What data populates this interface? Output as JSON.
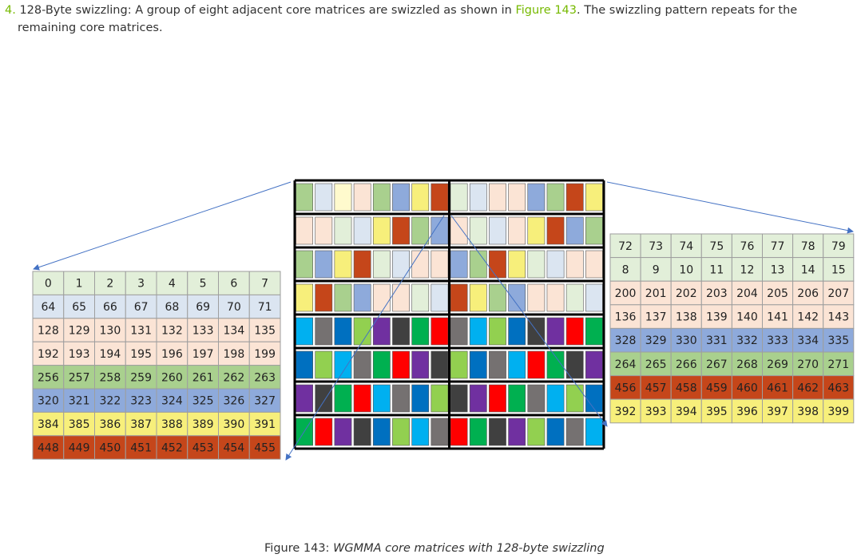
{
  "paragraph": {
    "number": "4.",
    "text_before": "128-Byte swizzling: A group of eight adjacent core matrices are swizzled as shown in",
    "link": "Figure 143",
    "text_after": ". The swizzling pattern repeats for the",
    "line2": "remaining core matrices."
  },
  "colors": {
    "green_light": "#a9d08e",
    "blue_light": "#dbe5f1",
    "yellow": "#f7ef7b",
    "peach": "#fbe4d5",
    "mint": "#e2efd9",
    "blue_mid": "#8eaadb",
    "orange_red": "#c5461a",
    "pale_yellow": "#fffacd",
    "cyan": "#00b0f0",
    "grey": "#757171",
    "blue_dark": "#0070c0",
    "lime": "#92d050",
    "purple": "#7030a0",
    "dark_grey": "#404040",
    "red": "#ff0000",
    "green_dark": "#00b050",
    "arrow": "#4472c4"
  },
  "left_table": {
    "rows": [
      {
        "color": "#e2efd9",
        "cells": [
          "0",
          "1",
          "2",
          "3",
          "4",
          "5",
          "6",
          "7"
        ]
      },
      {
        "color": "#dbe5f1",
        "cells": [
          "64",
          "65",
          "66",
          "67",
          "68",
          "69",
          "70",
          "71"
        ]
      },
      {
        "color": "#fbe4d5",
        "cells": [
          "128",
          "129",
          "130",
          "131",
          "132",
          "133",
          "134",
          "135"
        ]
      },
      {
        "color": "#fbe4d5",
        "cells": [
          "192",
          "193",
          "194",
          "195",
          "196",
          "197",
          "198",
          "199"
        ]
      },
      {
        "color": "#a9d08e",
        "cells": [
          "256",
          "257",
          "258",
          "259",
          "260",
          "261",
          "262",
          "263"
        ]
      },
      {
        "color": "#8eaadb",
        "cells": [
          "320",
          "321",
          "322",
          "323",
          "324",
          "325",
          "326",
          "327"
        ]
      },
      {
        "color": "#f7ef7b",
        "cells": [
          "384",
          "385",
          "386",
          "387",
          "388",
          "389",
          "390",
          "391"
        ]
      },
      {
        "color": "#c5461a",
        "cells": [
          "448",
          "449",
          "450",
          "451",
          "452",
          "453",
          "454",
          "455"
        ]
      }
    ]
  },
  "right_table": {
    "rows": [
      {
        "color": "#e2efd9",
        "cells": [
          "72",
          "73",
          "74",
          "75",
          "76",
          "77",
          "78",
          "79"
        ]
      },
      {
        "color": "#e2efd9",
        "cells": [
          "8",
          "9",
          "10",
          "11",
          "12",
          "13",
          "14",
          "15"
        ]
      },
      {
        "color": "#fbe4d5",
        "cells": [
          "200",
          "201",
          "202",
          "203",
          "204",
          "205",
          "206",
          "207"
        ]
      },
      {
        "color": "#fbe4d5",
        "cells": [
          "136",
          "137",
          "138",
          "139",
          "140",
          "141",
          "142",
          "143"
        ]
      },
      {
        "color": "#8eaadb",
        "cells": [
          "328",
          "329",
          "330",
          "331",
          "332",
          "333",
          "334",
          "335"
        ]
      },
      {
        "color": "#a9d08e",
        "cells": [
          "264",
          "265",
          "266",
          "267",
          "268",
          "269",
          "270",
          "271"
        ]
      },
      {
        "color": "#c5461a",
        "cells": [
          "456",
          "457",
          "458",
          "459",
          "460",
          "461",
          "462",
          "463"
        ]
      },
      {
        "color": "#f7ef7b",
        "cells": [
          "392",
          "393",
          "394",
          "395",
          "396",
          "397",
          "398",
          "399"
        ]
      }
    ]
  },
  "grid": {
    "rows": [
      [
        "#a9d08e",
        "#dbe5f1",
        "#fffacd",
        "#fbe4d5",
        "#a9d08e",
        "#8eaadb",
        "#f7ef7b",
        "#c5461a",
        "#e2efd9",
        "#dbe5f1",
        "#fbe4d5",
        "#fbe4d5",
        "#8eaadb",
        "#a9d08e",
        "#c5461a",
        "#f7ef7b"
      ],
      [
        "#fbe4d5",
        "#fbe4d5",
        "#e2efd9",
        "#dbe5f1",
        "#f7ef7b",
        "#c5461a",
        "#a9d08e",
        "#8eaadb",
        "#fbe4d5",
        "#e2efd9",
        "#dbe5f1",
        "#fbe4d5",
        "#f7ef7b",
        "#c5461a",
        "#8eaadb",
        "#a9d08e"
      ],
      [
        "#a9d08e",
        "#8eaadb",
        "#f7ef7b",
        "#c5461a",
        "#e2efd9",
        "#dbe5f1",
        "#fbe4d5",
        "#fbe4d5",
        "#8eaadb",
        "#a9d08e",
        "#c5461a",
        "#f7ef7b",
        "#e2efd9",
        "#dbe5f1",
        "#fbe4d5",
        "#fbe4d5"
      ],
      [
        "#f7ef7b",
        "#c5461a",
        "#a9d08e",
        "#8eaadb",
        "#fbe4d5",
        "#fbe4d5",
        "#e2efd9",
        "#dbe5f1",
        "#c5461a",
        "#f7ef7b",
        "#a9d08e",
        "#8eaadb",
        "#fbe4d5",
        "#fbe4d5",
        "#e2efd9",
        "#dbe5f1"
      ],
      [
        "#00b0f0",
        "#757171",
        "#0070c0",
        "#92d050",
        "#7030a0",
        "#404040",
        "#00b050",
        "#ff0000",
        "#757171",
        "#00b0f0",
        "#92d050",
        "#0070c0",
        "#404040",
        "#7030a0",
        "#ff0000",
        "#00b050"
      ],
      [
        "#0070c0",
        "#92d050",
        "#00b0f0",
        "#757171",
        "#00b050",
        "#ff0000",
        "#7030a0",
        "#404040",
        "#92d050",
        "#0070c0",
        "#757171",
        "#00b0f0",
        "#ff0000",
        "#00b050",
        "#404040",
        "#7030a0"
      ],
      [
        "#7030a0",
        "#404040",
        "#00b050",
        "#ff0000",
        "#00b0f0",
        "#757171",
        "#0070c0",
        "#92d050",
        "#404040",
        "#7030a0",
        "#ff0000",
        "#00b050",
        "#757171",
        "#00b0f0",
        "#92d050",
        "#0070c0"
      ],
      [
        "#00b050",
        "#ff0000",
        "#7030a0",
        "#404040",
        "#0070c0",
        "#92d050",
        "#00b0f0",
        "#757171",
        "#ff0000",
        "#00b050",
        "#404040",
        "#7030a0",
        "#92d050",
        "#0070c0",
        "#757171",
        "#00b0f0"
      ]
    ]
  },
  "caption": {
    "prefix": "Figure 143:",
    "title": "WGMMA core matrices with 128-byte swizzling"
  }
}
